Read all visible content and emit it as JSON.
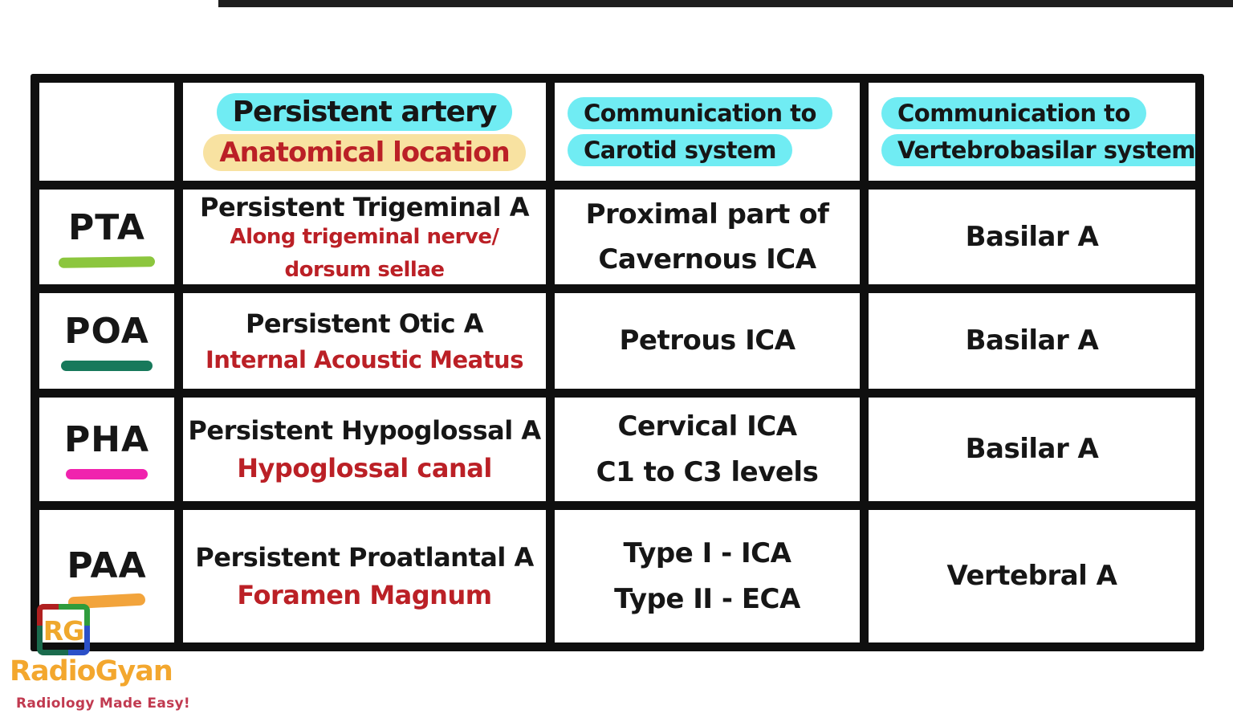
{
  "page": {
    "top_bar_color": "#1f1f1f",
    "border_color": "#0f0f0f",
    "background": "#ffffff"
  },
  "colors": {
    "highlight_cyan": "#70ecf3",
    "highlight_yellow": "#f8e2a1",
    "red_text": "#bb2026",
    "black_text": "#161616"
  },
  "table": {
    "header": {
      "artery_col_line1": "Persistent artery",
      "artery_col_line2": "Anatomical location",
      "carotid_col_line1": "Communication to",
      "carotid_col_line2": "Carotid system",
      "vertebro_col_line1": "Communication to",
      "vertebro_col_line2": "Vertebrobasilar system"
    },
    "rows": [
      {
        "abbr": "PTA",
        "underline_color": "#8cc63e",
        "artery": "Persistent Trigeminal A",
        "location_line1": "Along trigeminal nerve/",
        "location_line2": "dorsum sellae",
        "carotid_line1": "Proximal part of",
        "carotid_line2": "Cavernous ICA",
        "vertebrobasilar": "Basilar A"
      },
      {
        "abbr": "POA",
        "underline_color": "#17795b",
        "artery": "Persistent Otic A",
        "location_line1": "Internal Acoustic Meatus",
        "carotid_line1": "Petrous ICA",
        "vertebrobasilar": "Basilar A"
      },
      {
        "abbr": "PHA",
        "underline_color": "#f023ae",
        "artery": "Persistent Hypoglossal A",
        "location_line1": "Hypoglossal canal",
        "carotid_line1": "Cervical ICA",
        "carotid_line2": "C1 to C3 levels",
        "vertebrobasilar": "Basilar A"
      },
      {
        "abbr": "PAA",
        "underline_color": "#f2a43c",
        "artery": "Persistent Proatlantal A",
        "location_line1": "Foramen Magnum",
        "carotid_line1": "Type I - ICA",
        "carotid_line2": "Type II - ECA",
        "vertebrobasilar": "Vertebral A"
      }
    ]
  },
  "logo": {
    "monogram": "RG",
    "monogram_color": "#efa82c",
    "corner_tl_color": "#b02020",
    "corner_tr_color": "#2f9c3c",
    "corner_br_color": "#2b50c8",
    "corner_bl_color": "#1a6b4d",
    "name": "RadioGyan",
    "name_color": "#f3a72e",
    "tagline": "Radiology Made Easy!",
    "tagline_color": "#c13a50"
  }
}
